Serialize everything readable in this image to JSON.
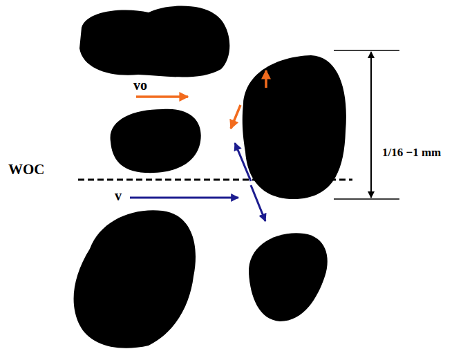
{
  "diagram": {
    "labels": [
      "vo",
      "WOC",
      "v",
      "1/16 −1 mm"
    ]
  }
}
